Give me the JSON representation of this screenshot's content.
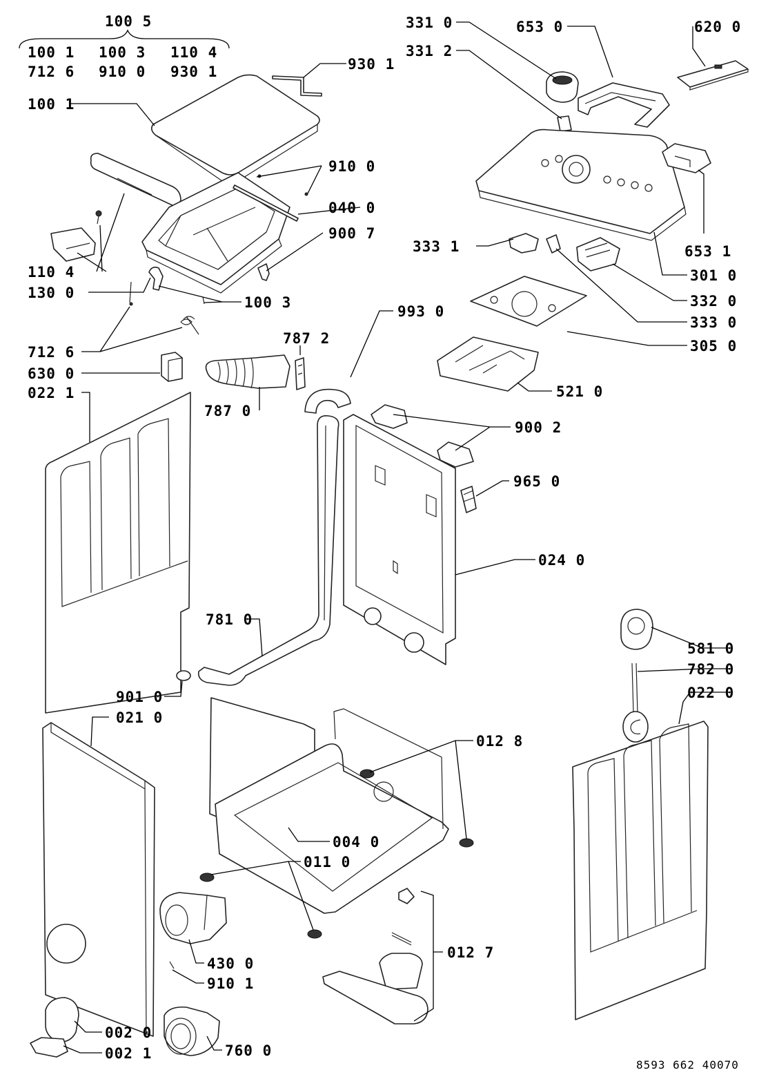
{
  "document_number": "8593 662 40070",
  "kit_group": {
    "title": "100 5",
    "row1": [
      "100 1",
      "100 3",
      "110 4"
    ],
    "row2": [
      "712 6",
      "910 0",
      "930 1"
    ]
  },
  "labels": {
    "l9301": "930 1",
    "l1001": "100 1",
    "l9100": "910 0",
    "l0400": "040 0",
    "l9007": "900 7",
    "l1104": "110 4",
    "l1300": "130 0",
    "l1003": "100 3",
    "l7126": "712 6",
    "l6300": "630 0",
    "l0221": "022 1",
    "l7872": "787 2",
    "l7870": "787 0",
    "l3310": "331 0",
    "l3312": "331 2",
    "l6530": "653 0",
    "l6200": "620 0",
    "l6531": "653 1",
    "l3331": "333 1",
    "l3010": "301 0",
    "l3320": "332 0",
    "l3330": "333 0",
    "l9930": "993 0",
    "l3050": "305 0",
    "l5210": "521 0",
    "l9002": "900 2",
    "l9650": "965 0",
    "l0240": "024 0",
    "l7810": "781 0",
    "l5810": "581 0",
    "l7820": "782 0",
    "l9010": "901 0",
    "l0220": "022 0",
    "l0210": "021 0",
    "l0128": "012 8",
    "l0040": "004 0",
    "l0110": "011 0",
    "l0127": "012 7",
    "l4300": "430 0",
    "l9101": "910 1",
    "l0020": "002 0",
    "l0021": "002 1",
    "l7600": "760 0"
  }
}
